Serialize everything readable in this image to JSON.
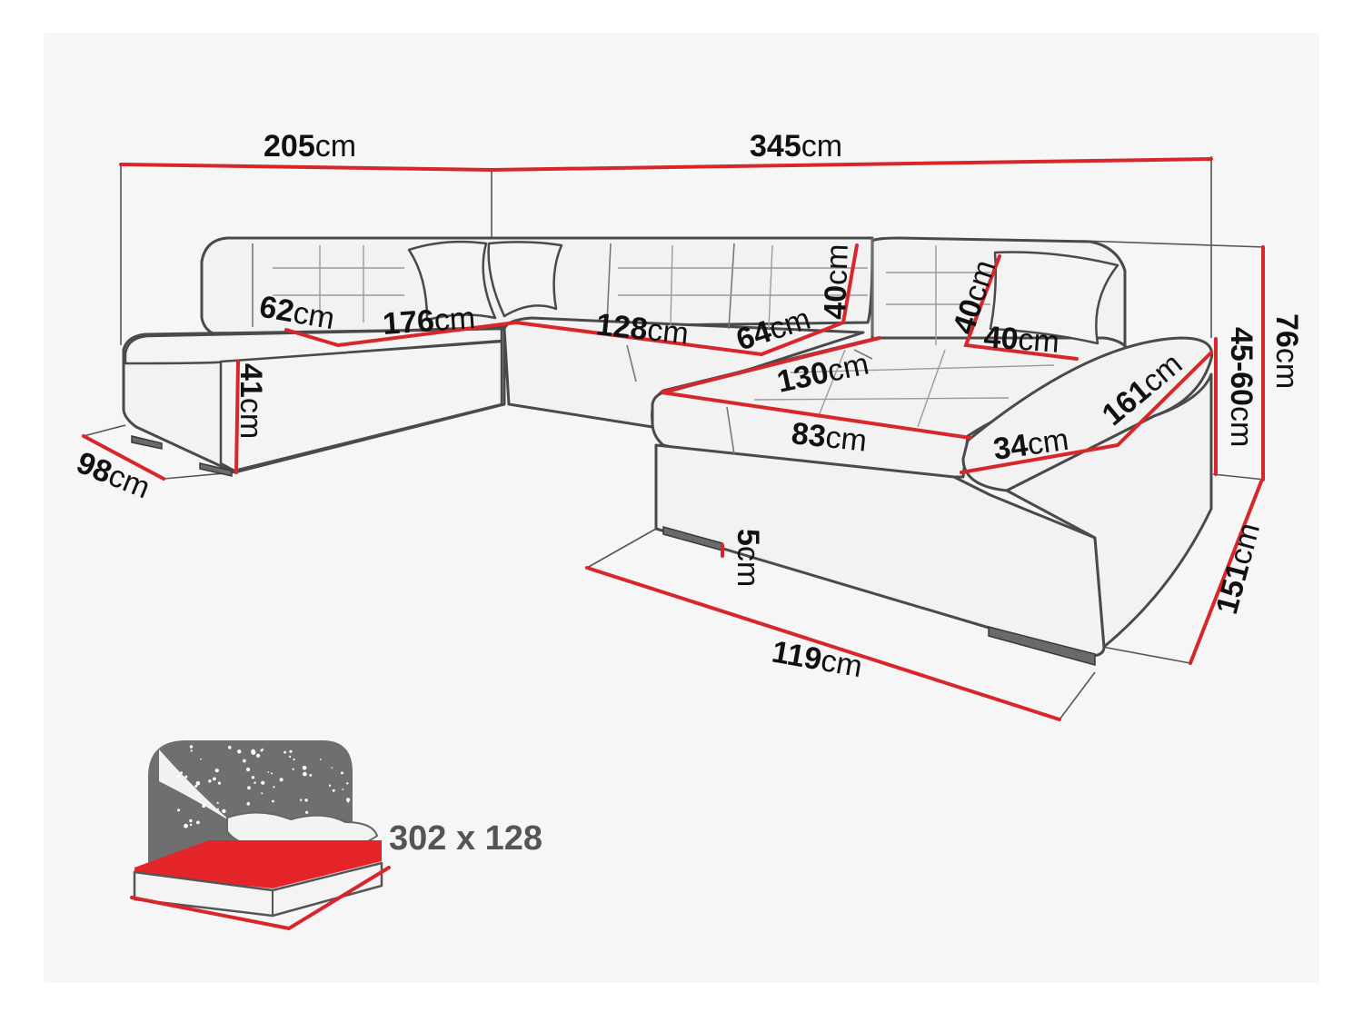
{
  "colors": {
    "dimension_line": "#d9262b",
    "outline": "#4a4a4a",
    "background": "#f6f6f6",
    "bed_mattress": "#e5242a",
    "night_sky": "#6f6f6f"
  },
  "dimensions": {
    "width_left": {
      "value": "205",
      "unit": "cm"
    },
    "width_total": {
      "value": "345",
      "unit": "cm"
    },
    "seat_depth_left": {
      "value": "62",
      "unit": "cm"
    },
    "seat_width_left": {
      "value": "176",
      "unit": "cm"
    },
    "seat_width_middle": {
      "value": "128",
      "unit": "cm"
    },
    "seat_depth_middle": {
      "value": "64",
      "unit": "cm"
    },
    "backrest_height": {
      "value": "40",
      "unit": "cm"
    },
    "cushion_height": {
      "value": "40",
      "unit": "cm"
    },
    "cushion_width": {
      "value": "40",
      "unit": "cm"
    },
    "chaise_length": {
      "value": "130",
      "unit": "cm"
    },
    "chaise_width": {
      "value": "83",
      "unit": "cm"
    },
    "armrest_width": {
      "value": "34",
      "unit": "cm"
    },
    "armrest_length": {
      "value": "161",
      "unit": "cm"
    },
    "headrest_height": {
      "value": "45-60",
      "unit": "cm"
    },
    "total_height": {
      "value": "76",
      "unit": "cm"
    },
    "seat_height": {
      "value": "41",
      "unit": "cm"
    },
    "depth_left": {
      "value": "98",
      "unit": "cm"
    },
    "leg_height": {
      "value": "5",
      "unit": "cm"
    },
    "depth_right_front": {
      "value": "119",
      "unit": "cm"
    },
    "depth_right": {
      "value": "151",
      "unit": "cm"
    }
  },
  "sleeping_area": {
    "label": "302 x 128",
    "icon": "bed-night-icon"
  }
}
